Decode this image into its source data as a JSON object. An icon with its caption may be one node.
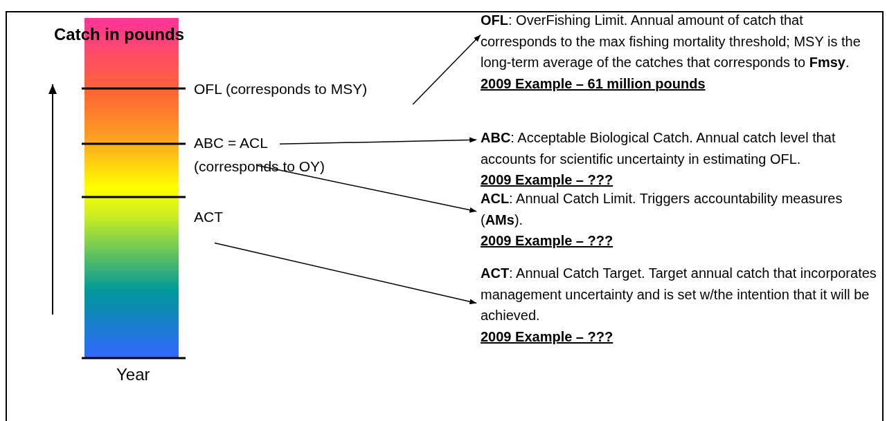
{
  "diagram": {
    "nodes": [
      {
        "text": [
          "OFL (corresponds to MSY)"
        ]
      },
      {
        "text": [
          "ABC = ACL (corresponds to OY)"
        ]
      },
      {
        "text": [
          "ACT"
        ]
      },
      {
        "text": [
          "**OFL**: OverFishing Limit. Annual amount of catch that corresponds to the max fishing mortality threshold; MSY is the long-term average of the catches that corresponds to **Fmsy**.",
          "2009 Example – 61 million pounds"
        ]
      },
      {
        "text": [
          "**ABC**: Acceptable Biological Catch. Annual catch level that accounts for scientific uncertainty in estimating OFL.",
          "2009 Example – ???"
        ]
      },
      {
        "text": [
          "**ACL**: Annual Catch Limit. Triggers accountability measures (**AMs**).",
          "2009 Example – ???"
        ]
      },
      {
        "text": [
          "**ACT**: Annual Catch Target. Target annual catch that incorporates management uncertainty and is set w/the intention that it will be achieved.",
          "2009 Example – ???"
        ]
      }
    ],
    "edges": [
      {
        "from": 0,
        "to": 3,
        "arrow": "to"
      },
      {
        "from": 1,
        "to": 4,
        "arrow": "to"
      },
      {
        "from": 1,
        "to": 5,
        "arrow": "to"
      },
      {
        "from": 2,
        "to": 6,
        "arrow": "to"
      }
    ],
    "labels": [
      "Catch in pounds",
      "Year"
    ]
  }
}
